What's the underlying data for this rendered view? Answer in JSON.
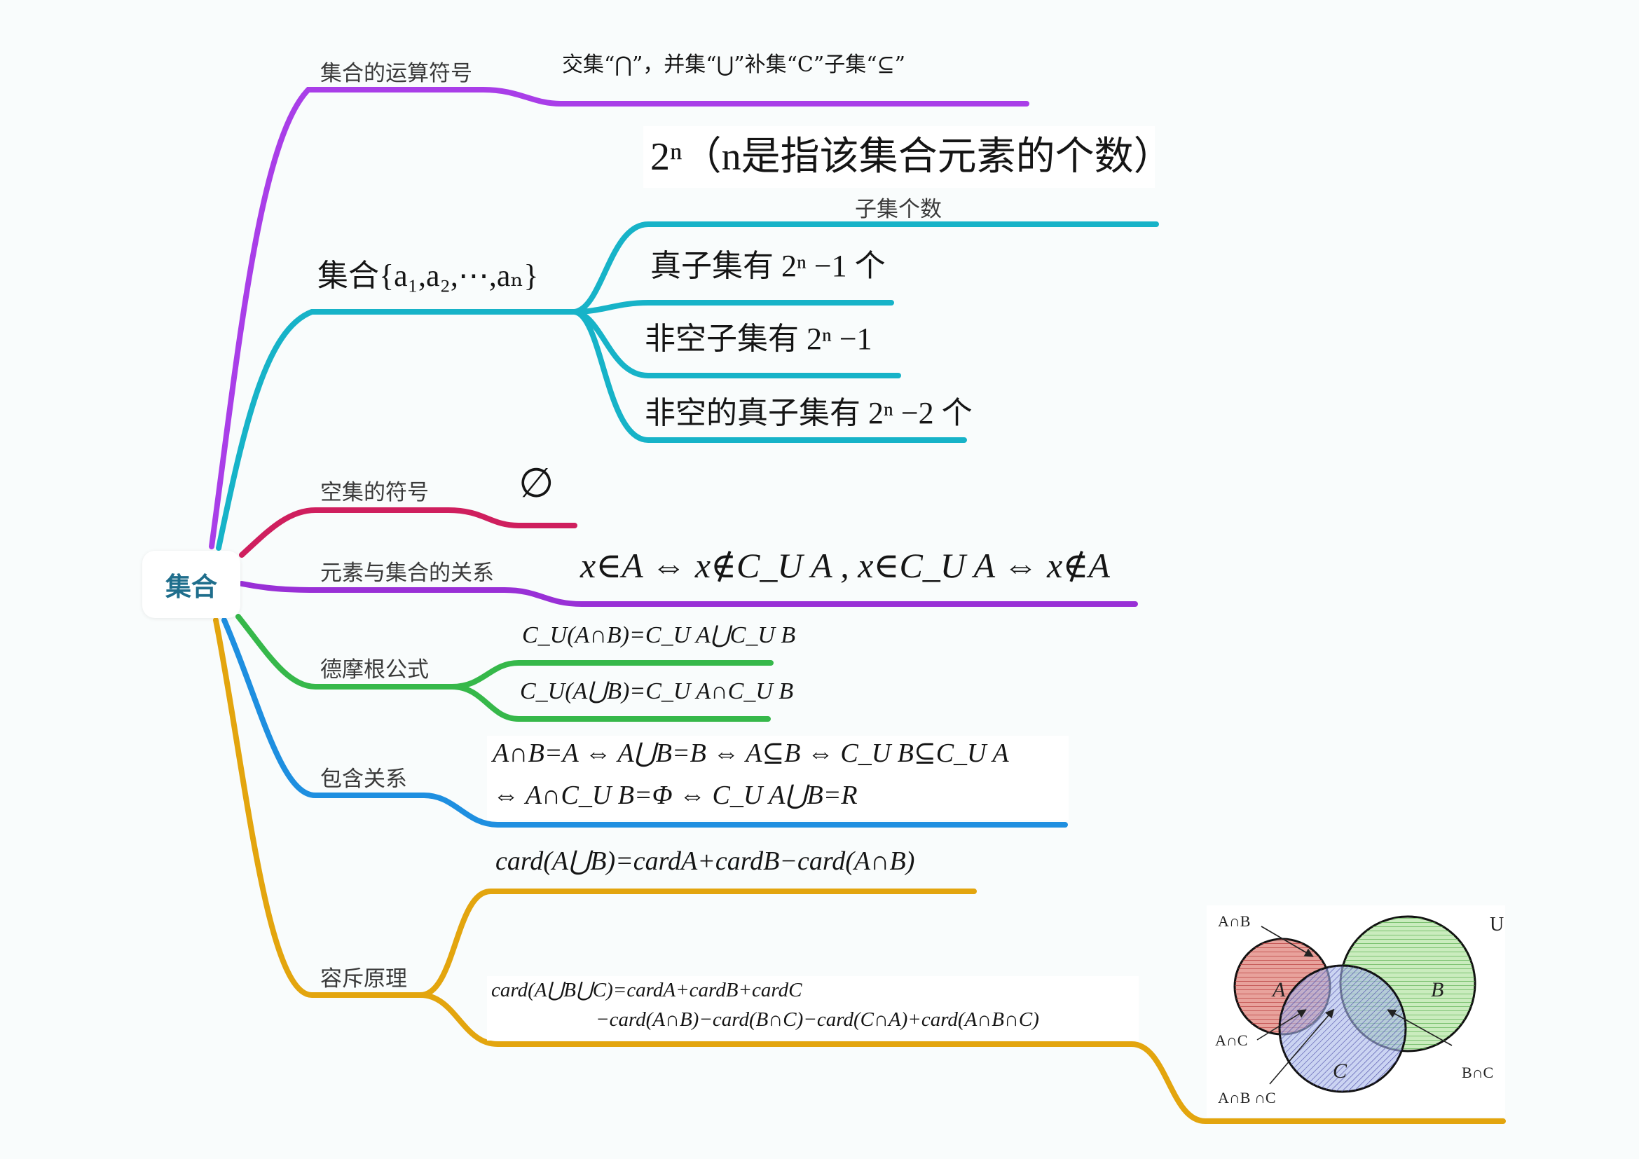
{
  "root": {
    "label": "集合"
  },
  "colors": {
    "purple": "#a93ee8",
    "teal": "#17b3c8",
    "crimson": "#cf1f5e",
    "violet": "#9930d6",
    "green": "#36b84a",
    "blue": "#1e8fe0",
    "gold": "#e3a50e"
  },
  "branches": [
    {
      "label": "集合的运算符号",
      "note": "交集“⋂”，并集“⋃”补集“C”子集“⊆”"
    },
    {
      "label": "集合{a₁,a₂,⋯,aₙ}",
      "banner": "2ⁿ（n是指该集合元素的个数）",
      "children": [
        {
          "label": "子集个数"
        },
        {
          "label": "真子集有 2ⁿ −1 个"
        },
        {
          "label": "非空子集有 2ⁿ −1"
        },
        {
          "label": "非空的真子集有 2ⁿ −2 个"
        }
      ]
    },
    {
      "label": "空集的符号",
      "symbol": "∅"
    },
    {
      "label": "元素与集合的关系",
      "formula": "x∈A ⇔ x∉C_U A , x∈C_U A ⇔ x∉A"
    },
    {
      "label": "德摩根公式",
      "children": [
        {
          "label": "C_U(A∩B)=C_U A⋃C_U B"
        },
        {
          "label": "C_U(A⋃B)=C_U A∩C_U B"
        }
      ]
    },
    {
      "label": "包含关系",
      "lines": [
        "A∩B=A ⇔ A⋃B=B ⇔ A⊆B ⇔ C_U B⊆C_U A",
        "⇔ A∩C_U B=Φ ⇔ C_U A⋃B=R"
      ]
    },
    {
      "label": "容斥原理",
      "children": [
        {
          "label": "card(A⋃B)=cardA+cardB−card(A∩B)"
        },
        {
          "line1": "card(A⋃B⋃C)=cardA+cardB+cardC",
          "line2": "−card(A∩B)−card(B∩C)−card(C∩A)+card(A∩B∩C)"
        }
      ]
    }
  ],
  "venn": {
    "universe": "U",
    "sets": [
      "A",
      "B",
      "C"
    ],
    "callouts": [
      "A∩B",
      "A∩C",
      "B∩C",
      "A∩B ∩C"
    ]
  }
}
